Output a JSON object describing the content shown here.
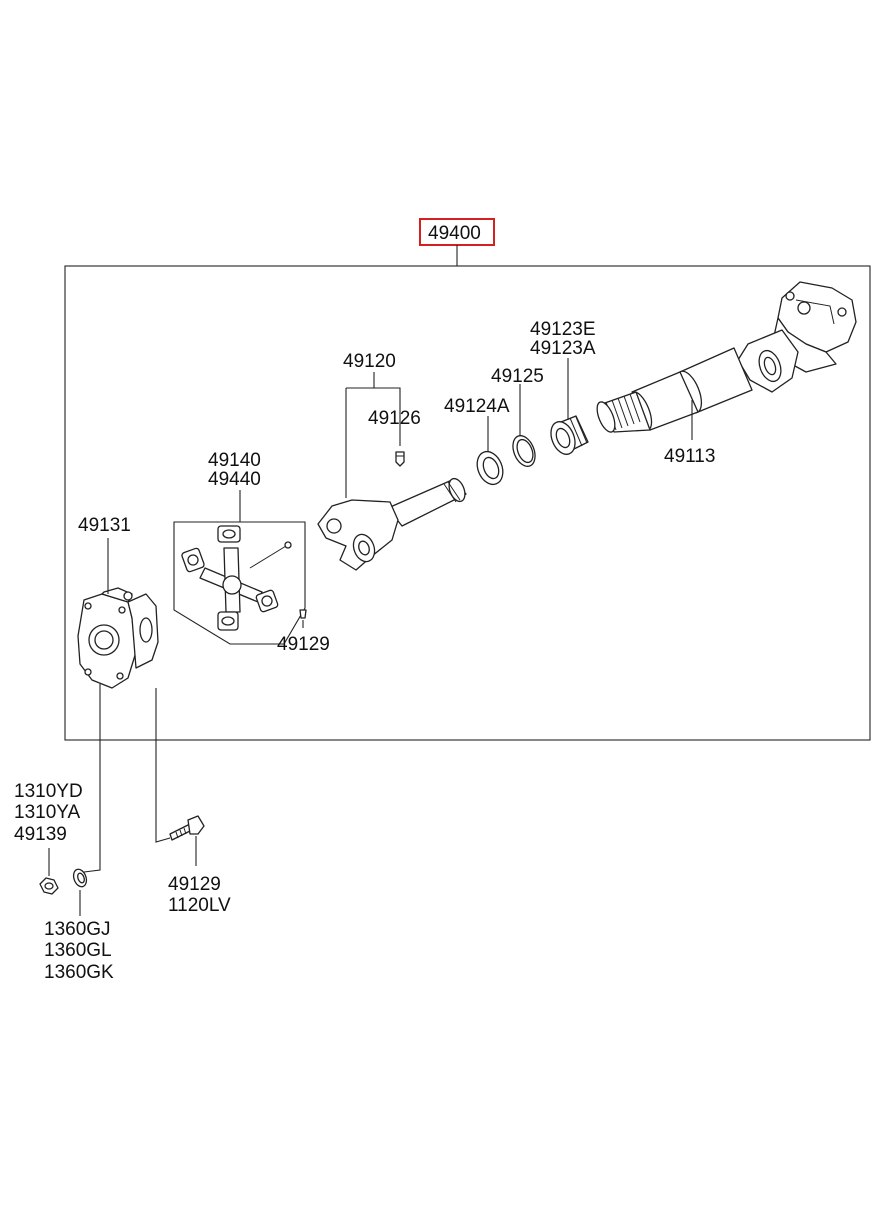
{
  "assembly": {
    "number": "49400",
    "highlight_color": "#d62020"
  },
  "labels": {
    "l_49120": "49120",
    "l_49126": "49126",
    "l_49124a": "49124A",
    "l_49125": "49125",
    "l_49123e": "49123E",
    "l_49123a": "49123A",
    "l_49113": "49113",
    "l_49140": "49140",
    "l_49440": "49440",
    "l_49131": "49131",
    "l_49129_inner": "49129",
    "l_1310yd": "1310YD",
    "l_1310ya": "1310YA",
    "l_49139": "49139",
    "l_49129_outer": "49129",
    "l_1120lv": "1120LV",
    "l_1360gj": "1360GJ",
    "l_1360gl": "1360GL",
    "l_1360gk": "1360GK"
  }
}
